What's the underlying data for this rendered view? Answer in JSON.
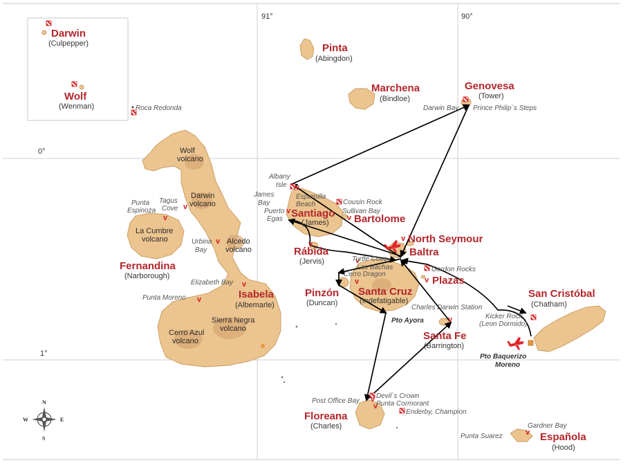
{
  "colors": {
    "land": "#ebc48f",
    "coast": "#c99a5e",
    "label": "#b3262b",
    "marker": "#d42020",
    "route": "#000000"
  },
  "coords": {
    "lon91": "91°",
    "lon90": "90°",
    "lat0": "0°",
    "lat1": "1°"
  },
  "compass": {
    "n": "N",
    "s": "S",
    "e": "E",
    "w": "W"
  },
  "islands": {
    "darwin": {
      "name": "Darwin",
      "alt": "(Culpepper)"
    },
    "wolf": {
      "name": "Wolf",
      "alt": "(Wenman)"
    },
    "pinta": {
      "name": "Pinta",
      "alt": "(Abingdon)"
    },
    "marchena": {
      "name": "Marchena",
      "alt": "(Bindloe)"
    },
    "genovesa": {
      "name": "Genovesa",
      "alt": "(Tower)"
    },
    "santiago": {
      "name": "Santiago",
      "alt": "(James)"
    },
    "bartolome": {
      "name": "Bartolome"
    },
    "north_seymour": {
      "name": "North Seymour"
    },
    "baltra": {
      "name": "Baltra"
    },
    "rabida": {
      "name": "Rábida",
      "alt": "(Jervis)"
    },
    "fernandina": {
      "name": "Fernandina",
      "alt": "(Narborough)"
    },
    "isabela": {
      "name": "Isabela",
      "alt": "(Albemarle)"
    },
    "pinzon": {
      "name": "Pinzón",
      "alt": "(Duncan)"
    },
    "santa_cruz": {
      "name": "Santa Cruz",
      "alt": "(Indefatigable)"
    },
    "plazas": {
      "name": "Plazas"
    },
    "santa_fe": {
      "name": "Santa Fe",
      "alt": "(Barrington)"
    },
    "san_cristobal": {
      "name": "San Cristóbal",
      "alt": "(Chatham)"
    },
    "floreana": {
      "name": "Floreana",
      "alt": "(Charles)"
    },
    "espanola": {
      "name": "Española",
      "alt": "(Hood)"
    }
  },
  "volcanoes": {
    "wolf": [
      "Wolf",
      "volcano"
    ],
    "darwin": [
      "Darwin",
      "volcano"
    ],
    "alcedo": [
      "Alcedo",
      "volcano"
    ],
    "la_cumbre": [
      "La Cumbre",
      "volcano"
    ],
    "sierra_negra": [
      "Sierra Negra",
      "volcano"
    ],
    "cerro_azul": [
      "Cerro Azul",
      "volcano"
    ]
  },
  "sites": {
    "roca_redonda": "Roca Redonda",
    "darwin_bay": "Darwin Bay",
    "prince_philip": "Prince Philip`s Steps",
    "albany_isle": [
      "Albany",
      "Isle"
    ],
    "james_bay": [
      "James",
      "Bay"
    ],
    "espumilla": [
      "Espumilla",
      "Beach"
    ],
    "puerto_egas": [
      "Puerto",
      "Egas"
    ],
    "cousin_rock": "Cousin Rock",
    "sullivan_bay": "Sullivan Bay",
    "tagus_cove": [
      "Tagus",
      "Cove"
    ],
    "punta_espinoza": [
      "Punta",
      "Espinoza"
    ],
    "urbina_bay": [
      "Urbina",
      "Bay"
    ],
    "elizabeth_bay": "Elizabeth Bay",
    "punta_moreno": "Punta Moreno",
    "turtle_cove": "Turtle Cove",
    "las_bachas": "Las Bachas",
    "cerro_dragon": "Cerro Dragon",
    "gordon_rocks": "Gordon Rocks",
    "cds": "Charles Darwin Station",
    "pto_ayora": "Pto Ayora",
    "kicker_rock": [
      "Kicker Rock",
      "(Leon Dormido)"
    ],
    "pto_baquerizo": [
      "Pto Baquerizo",
      "Moreno"
    ],
    "post_office_bay": "Post Office Bay",
    "devils_crown": "Devil`s Crown",
    "punta_cormorant": "Punta Cormorant",
    "enderby": "Enderby, Champion",
    "gardner_bay": "Gardner Bay",
    "punta_suarez": "Punta Suarez"
  },
  "markers": {
    "visitor_site": "v"
  },
  "icons": [
    "dive-flag-icon",
    "airplane-icon",
    "compass-rose-icon",
    "route-arrow"
  ]
}
